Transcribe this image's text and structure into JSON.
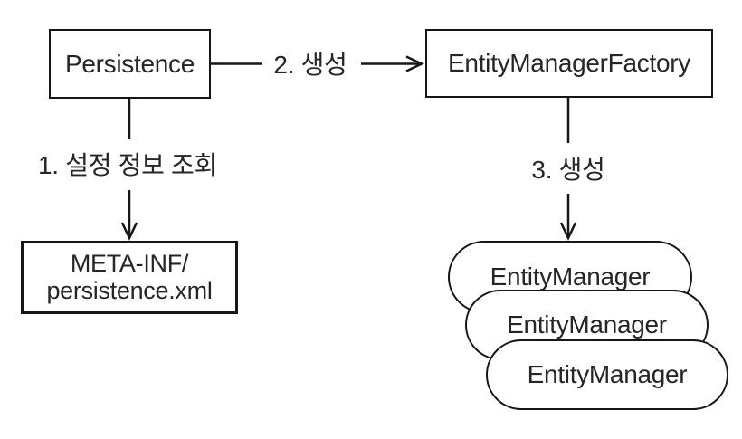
{
  "diagram": {
    "background_color": "#ffffff",
    "line_color": "#161616",
    "text_color": "#262626",
    "nodes": {
      "persistence": {
        "label": "Persistence"
      },
      "entity_manager_factory": {
        "label": "EntityManagerFactory"
      },
      "persistence_xml": {
        "line1": "META-INF/",
        "line2": "persistence.xml"
      },
      "entity_managers": [
        {
          "label": "EntityManager"
        },
        {
          "label": "EntityManager"
        },
        {
          "label": "EntityManager"
        }
      ]
    },
    "edges": {
      "step1": {
        "label": "1. 설정 정보 조회"
      },
      "step2": {
        "label": "2. 생성"
      },
      "step3": {
        "label": "3. 생성"
      }
    }
  }
}
